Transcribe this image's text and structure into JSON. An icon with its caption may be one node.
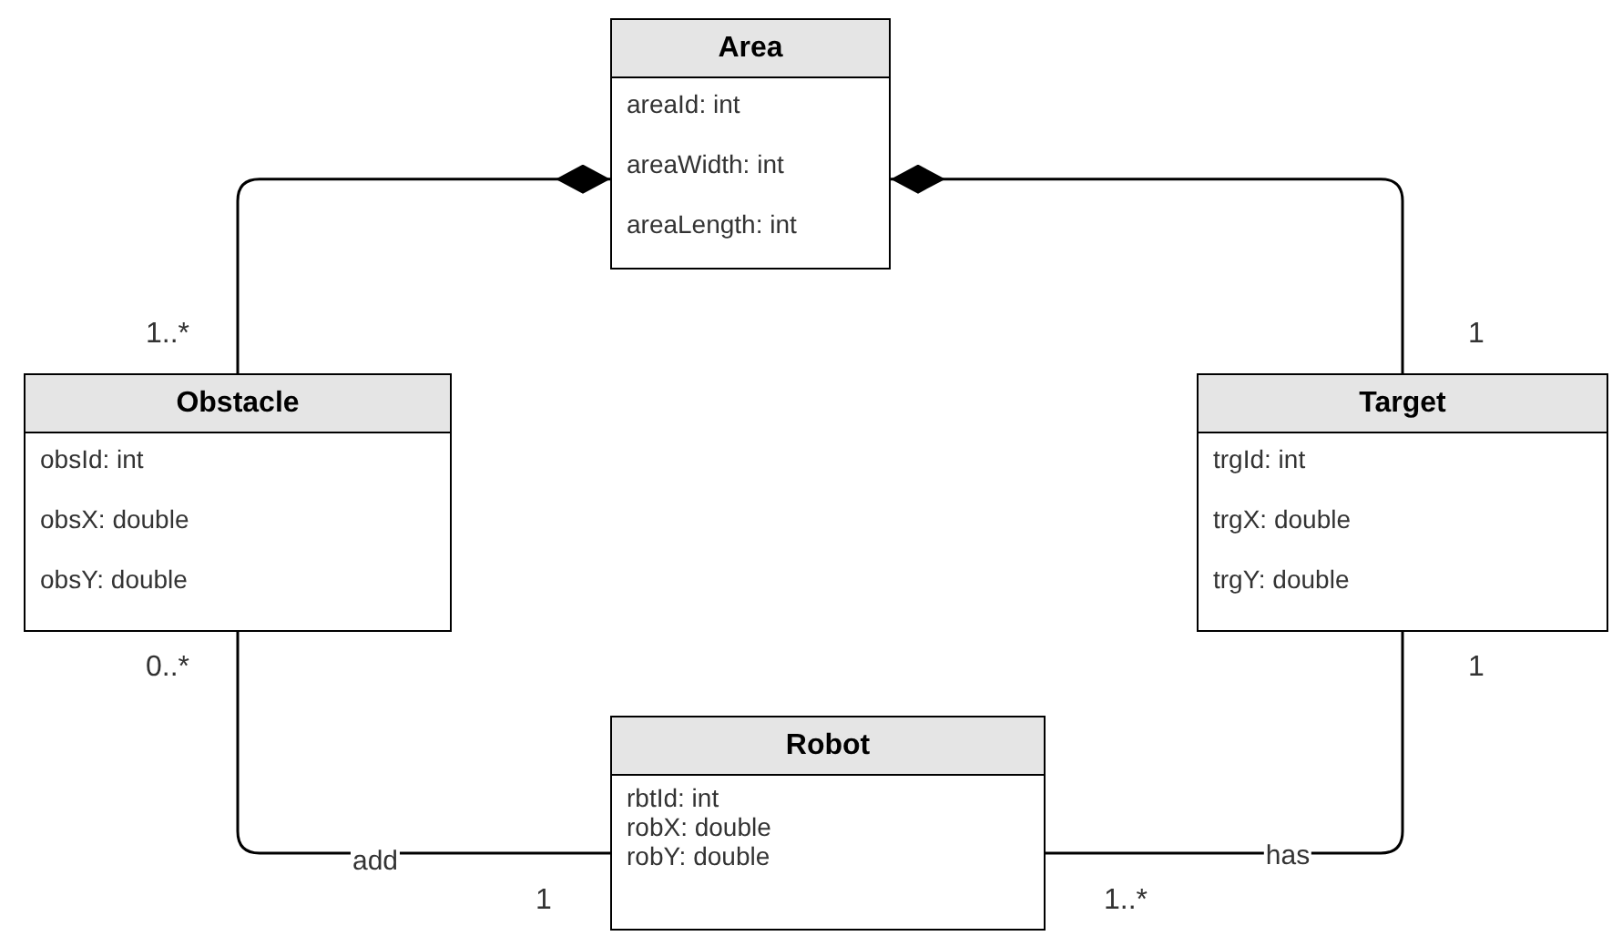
{
  "diagram": {
    "nodes": [
      {
        "text": [
          "Area",
          "areaId: int",
          "areaWidth: int",
          "areaLength: int"
        ]
      },
      {
        "text": [
          "Obstacle",
          "obsId: int",
          "obsX: double",
          "obsY: double"
        ]
      },
      {
        "text": [
          "Target",
          "trgId: int",
          "trgX: double",
          "trgY: double"
        ]
      },
      {
        "text": [
          "Robot",
          "rbtId: int",
          "robX: double",
          "robY: double"
        ]
      }
    ],
    "edges": [
      {
        "from": 1,
        "to": 0,
        "arrow": "other"
      },
      {
        "from": 2,
        "to": 0,
        "arrow": "other"
      },
      {
        "from": 1,
        "to": 3,
        "arrow": "none",
        "label": "add"
      },
      {
        "from": 3,
        "to": 2,
        "arrow": "none",
        "label": "has"
      }
    ],
    "labels": [
      "1..*",
      "1",
      "0..*",
      "1",
      "1",
      "1..*"
    ]
  }
}
